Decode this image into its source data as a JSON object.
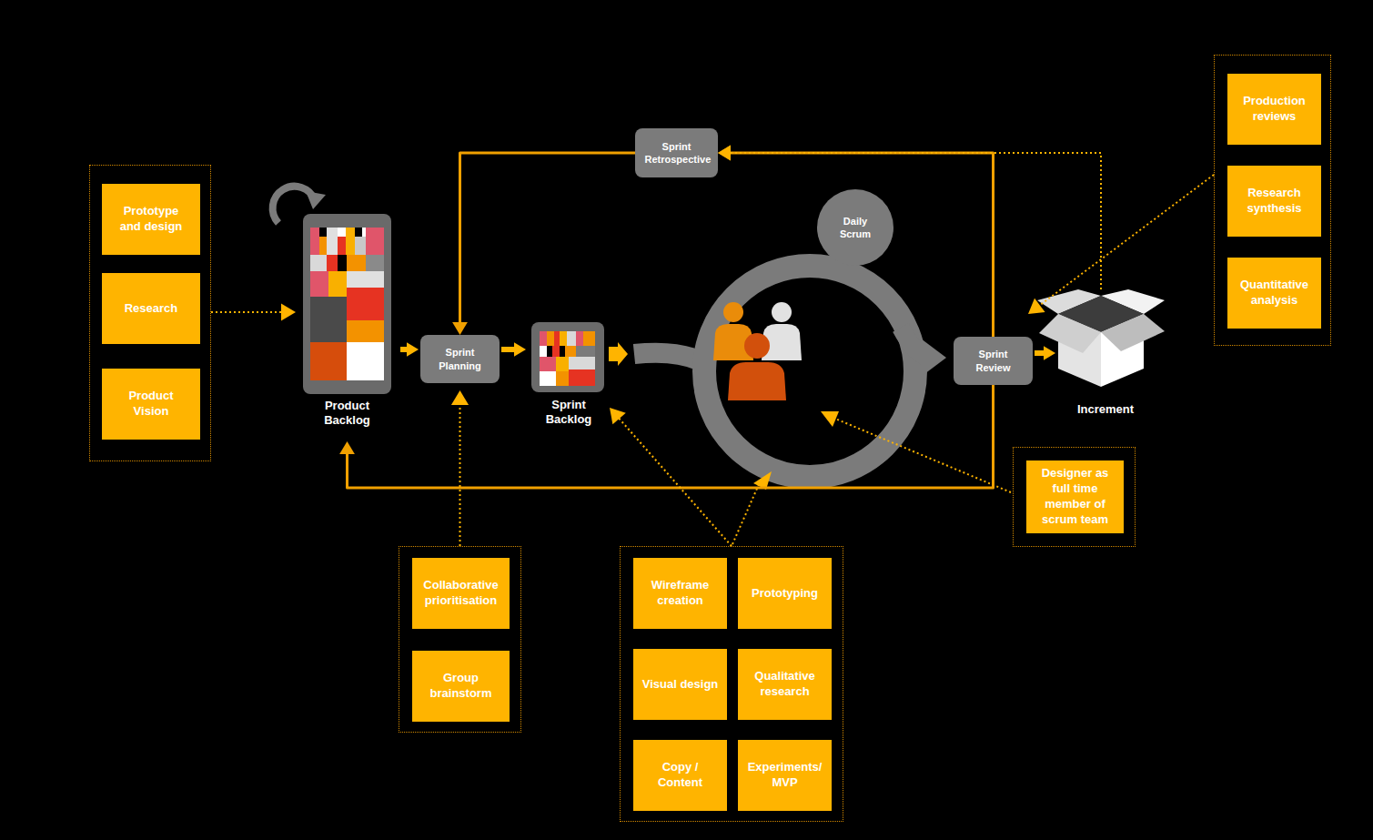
{
  "diagram": {
    "nodes": [
      {
        "text": []
      },
      {
        "text": [
          "Prototype and design"
        ],
        "in": 0
      },
      {
        "text": [
          "Research"
        ],
        "in": 0
      },
      {
        "text": [
          "Product Vision"
        ],
        "in": 0
      },
      {
        "text": [
          "Product Backlog"
        ]
      },
      {
        "text": [
          "Sprint Retrospective"
        ]
      },
      {
        "text": [
          "Sprint Planning"
        ]
      },
      {
        "text": [
          "Sprint Backlog"
        ]
      },
      {
        "text": [
          "Daily Scrum"
        ]
      },
      {
        "text": [
          "Sprint Review"
        ]
      },
      {
        "text": [
          "Increment"
        ]
      },
      {
        "text": []
      },
      {
        "text": [
          "Production reviews"
        ],
        "in": 11
      },
      {
        "text": [
          "Research synthesis"
        ],
        "in": 11
      },
      {
        "text": [
          "Quantitative analysis"
        ],
        "in": 11
      },
      {
        "text": []
      },
      {
        "text": [
          "Designer as full time member of scrum team"
        ],
        "in": 15
      },
      {
        "text": []
      },
      {
        "text": [
          "Collaborative prioritisation"
        ],
        "in": 17
      },
      {
        "text": [
          "Group brainstorm"
        ],
        "in": 17
      },
      {
        "text": []
      },
      {
        "text": [
          "Wireframe creation"
        ],
        "in": 20
      },
      {
        "text": [
          "Prototyping"
        ],
        "in": 20
      },
      {
        "text": [
          "Visual design"
        ],
        "in": 20
      },
      {
        "text": [
          "Qualitative research"
        ],
        "in": 20
      },
      {
        "text": [
          "Copy / Content"
        ],
        "in": 20
      },
      {
        "text": [
          "Experiments/ MVP"
        ],
        "in": 20
      }
    ],
    "edges": [
      {
        "from": 0,
        "to": 4,
        "arrow": "to"
      },
      {
        "from": 4,
        "to": 6,
        "arrow": "to"
      },
      {
        "from": 6,
        "to": 7,
        "arrow": "to"
      },
      {
        "from": 9,
        "to": 10,
        "arrow": "to"
      },
      {
        "from": 9,
        "to": 5,
        "arrow": "to"
      },
      {
        "from": 5,
        "to": 6,
        "arrow": "to"
      },
      {
        "from": 9,
        "to": 4,
        "arrow": "to"
      },
      {
        "from": 10,
        "to": 5,
        "arrow": "to"
      },
      {
        "from": 11,
        "to": 10,
        "arrow": "to"
      },
      {
        "from": 17,
        "to": 6,
        "arrow": "to"
      },
      {
        "from": 20,
        "to": 7,
        "arrow": "to"
      }
    ]
  }
}
